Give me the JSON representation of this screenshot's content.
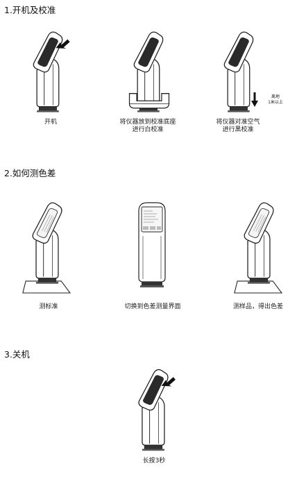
{
  "section1": {
    "title": "1.开机及校准",
    "captions": {
      "power_on": "开机",
      "white_line1": "将仪器放到校准底座",
      "white_line2": "进行白校准",
      "black_line1": "将仪器对准空气",
      "black_line2": "进行黑校准"
    },
    "distance_note_line1": "离地",
    "distance_note_line2": "1米以上"
  },
  "section2": {
    "title": "2.如何测色差",
    "captions": {
      "measure_standard": "测标准",
      "switch_mode": "切换到色差测量界面",
      "measure_sample": "测样品，得出色差"
    }
  },
  "section3": {
    "title": "3.关机",
    "captions": {
      "long_press": "长按3秒"
    }
  }
}
